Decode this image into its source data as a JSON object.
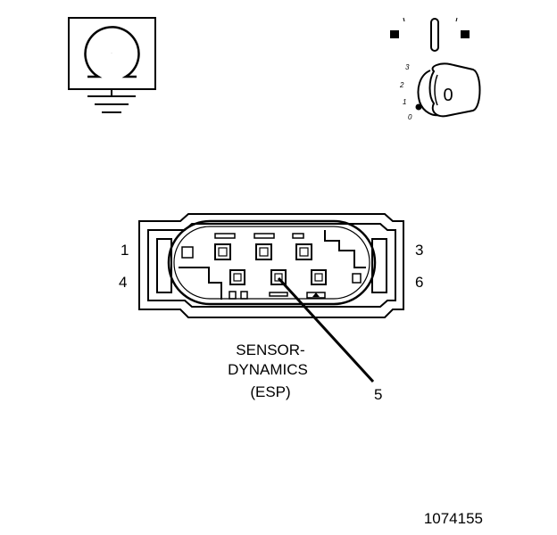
{
  "ohmmeter": {
    "symbol": "Ω",
    "icon": "ohmmeter-ground-icon"
  },
  "ignition": {
    "positions": [
      "3",
      "2",
      "1",
      "0"
    ],
    "key_position": "0",
    "icon": "ignition-key-icon"
  },
  "connector": {
    "pin_labels": {
      "p1": "1",
      "p3": "3",
      "p4": "4",
      "p6": "6",
      "p5": "5"
    },
    "label_lines": [
      "SENSOR-",
      "DYNAMICS",
      "(ESP)"
    ]
  },
  "figure_number": "1074155"
}
